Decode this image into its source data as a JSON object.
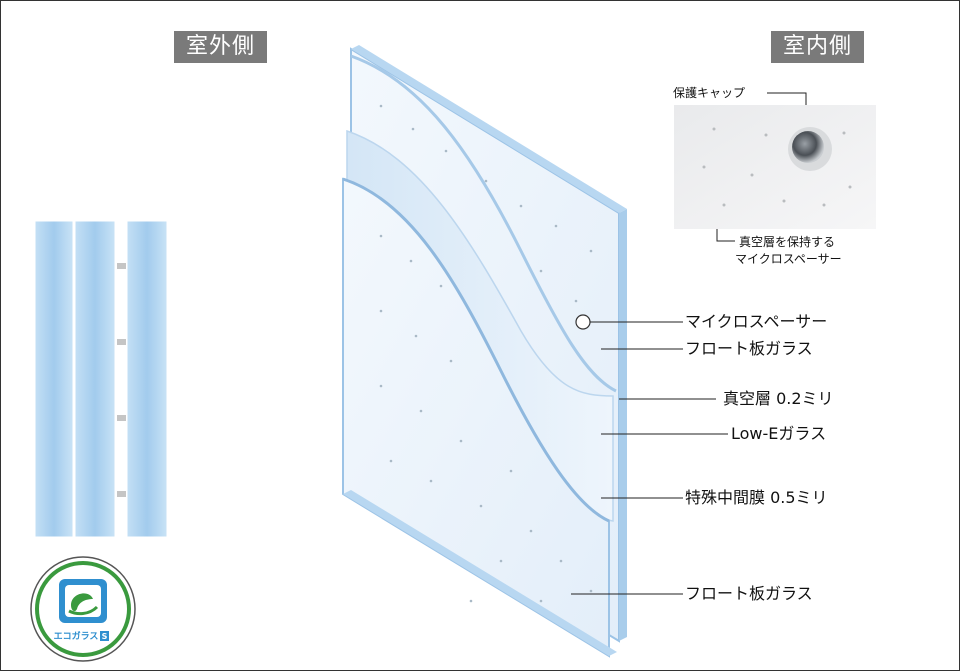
{
  "labels": {
    "outside": "室外側",
    "inside": "室内側",
    "cap": "保護キャップ",
    "spacer_hold_line1": "真空層を保持する",
    "spacer_hold_line2": "マイクロスペーサー",
    "micro_spacer": "マイクロスペーサー",
    "float_glass_top": "フロート板ガラス",
    "vacuum_layer": "真空層 0.2ミリ",
    "lowe_glass": "Low-Eガラス",
    "special_film": "特殊中間膜 0.5ミリ",
    "float_glass_bottom": "フロート板ガラス"
  },
  "logo": {
    "text": "エコガラス",
    "badge": "S"
  },
  "colors": {
    "glass_fill": "#e8f2fb",
    "glass_edge": "#9cc3e6",
    "mini_glass": "#a9d0ef",
    "tag_bg": "#7a7a7a",
    "eco_green": "#3a9a3e",
    "eco_blue": "#2f8fcf"
  },
  "icons": {
    "spacer_marker": "circle-marker-icon",
    "eco_logo": "eco-glass-logo-icon"
  }
}
